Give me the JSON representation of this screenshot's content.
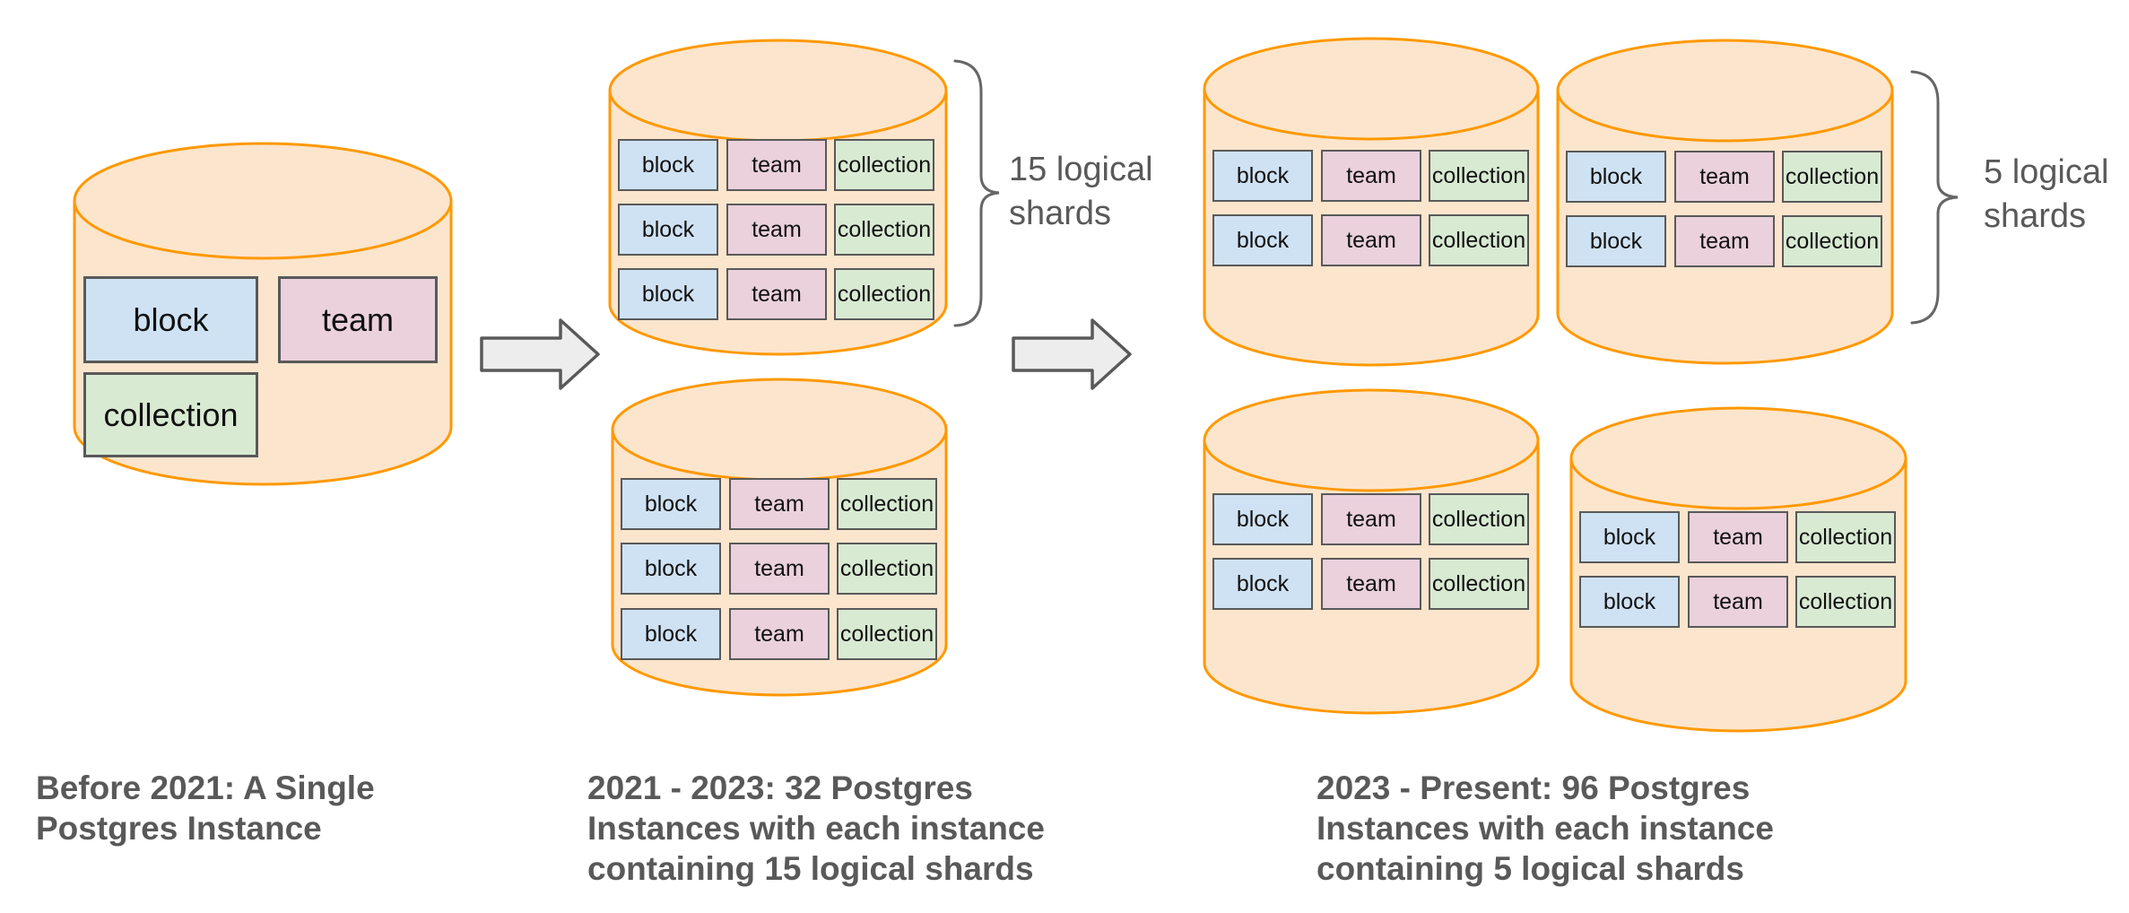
{
  "diagram": {
    "title_semantic": "Postgres sharding evolution diagram",
    "colors": {
      "background": "#ffffff",
      "cylinder_fill": "#fce5cd",
      "cylinder_stroke": "#ff9900",
      "box_border": "#595959",
      "box_text": "#111111",
      "table_colors": {
        "block": "#cfe2f3",
        "team": "#ead1dc",
        "collection": "#d9ead3"
      },
      "caption_color": "#595959",
      "label_color": "#595959",
      "arrow_fill": "#ededed",
      "arrow_stroke": "#595959",
      "brace_color": "#666666"
    },
    "stages": [
      {
        "id": "stage-before-2021",
        "caption_lines": [
          "Before 2021: A Single",
          "Postgres Instance"
        ],
        "cylinders": [
          {
            "id": "single-instance",
            "tables": [
              "block",
              "team",
              "collection"
            ]
          }
        ]
      },
      {
        "id": "stage-2021-2023",
        "caption_lines": [
          "2021 - 2023: 32 Postgres",
          "Instances with each instance",
          "containing 15 logical shards"
        ],
        "brace_label_lines": [
          "15 logical",
          "shards"
        ],
        "cylinders": [
          {
            "id": "instance-top",
            "rows": [
              [
                "block",
                "team",
                "collection"
              ],
              [
                "block",
                "team",
                "collection"
              ],
              [
                "block",
                "team",
                "collection"
              ]
            ]
          },
          {
            "id": "instance-bottom",
            "rows": [
              [
                "block",
                "team",
                "collection"
              ],
              [
                "block",
                "team",
                "collection"
              ],
              [
                "block",
                "team",
                "collection"
              ]
            ]
          }
        ]
      },
      {
        "id": "stage-2023-present",
        "caption_lines": [
          "2023 - Present: 96 Postgres",
          "Instances with each instance",
          "containing 5 logical shards"
        ],
        "brace_label_lines": [
          "5 logical",
          "shards"
        ],
        "cylinders": [
          {
            "id": "instance-top-left",
            "rows": [
              [
                "block",
                "team",
                "collection"
              ],
              [
                "block",
                "team",
                "collection"
              ]
            ]
          },
          {
            "id": "instance-top-right",
            "rows": [
              [
                "block",
                "team",
                "collection"
              ],
              [
                "block",
                "team",
                "collection"
              ]
            ]
          },
          {
            "id": "instance-bottom-left",
            "rows": [
              [
                "block",
                "team",
                "collection"
              ],
              [
                "block",
                "team",
                "collection"
              ]
            ]
          },
          {
            "id": "instance-bottom-right",
            "rows": [
              [
                "block",
                "team",
                "collection"
              ],
              [
                "block",
                "team",
                "collection"
              ]
            ]
          }
        ]
      }
    ]
  }
}
